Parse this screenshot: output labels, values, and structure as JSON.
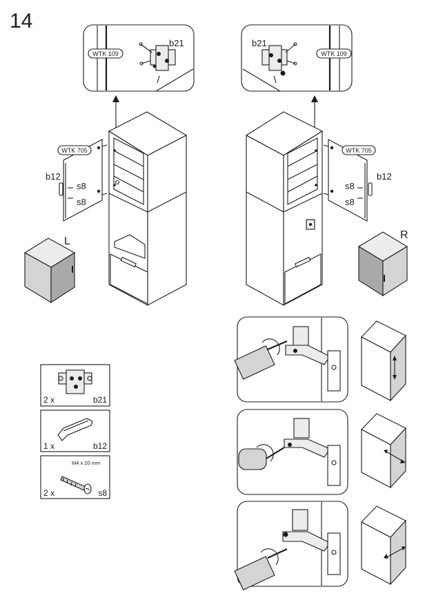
{
  "step_number": "14",
  "callouts": {
    "left_detail_ref": "WTK 109",
    "right_detail_ref": "WTK 109",
    "left_detail_part": "b21",
    "right_detail_part": "b21",
    "left_door_ref": "WTK 705",
    "right_door_ref": "WTK 705",
    "left_handle_part": "b12",
    "right_handle_part": "b12",
    "left_screw_a": "s8",
    "left_screw_b": "s8",
    "right_screw_a": "s8",
    "right_screw_b": "s8",
    "left_variant": "L",
    "right_variant": "R"
  },
  "parts": [
    {
      "qty": "2 x",
      "code": "b21",
      "spec": ""
    },
    {
      "qty": "1 x",
      "code": "b12",
      "spec": ""
    },
    {
      "qty": "2 x",
      "code": "s8",
      "spec": "M4 x 20 mm"
    }
  ],
  "adjustment_icons": [
    "vertical-arrows-icon",
    "depth-arrows-icon",
    "horizontal-arrows-icon"
  ]
}
